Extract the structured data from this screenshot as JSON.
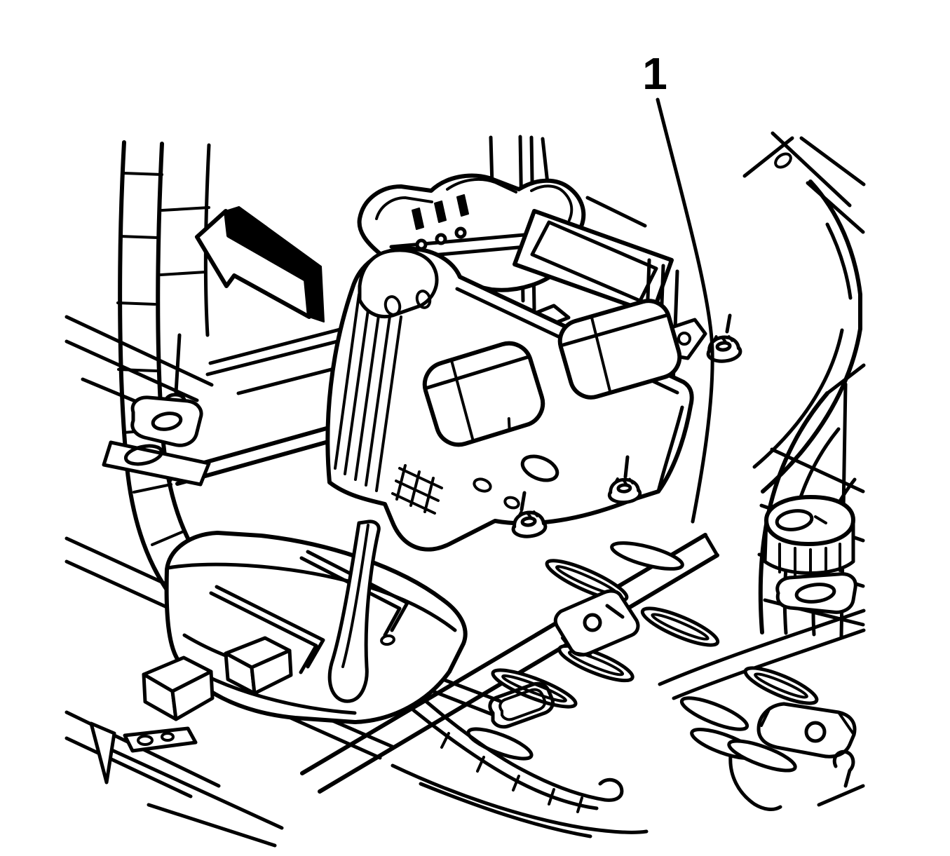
{
  "figure": {
    "type": "line-art-illustration",
    "background_color": "#ffffff",
    "line_color": "#000000"
  },
  "callout": {
    "label": "1"
  },
  "icons": {
    "direction_arrow": "arrow-up-left",
    "fastener": "flange-nut"
  }
}
